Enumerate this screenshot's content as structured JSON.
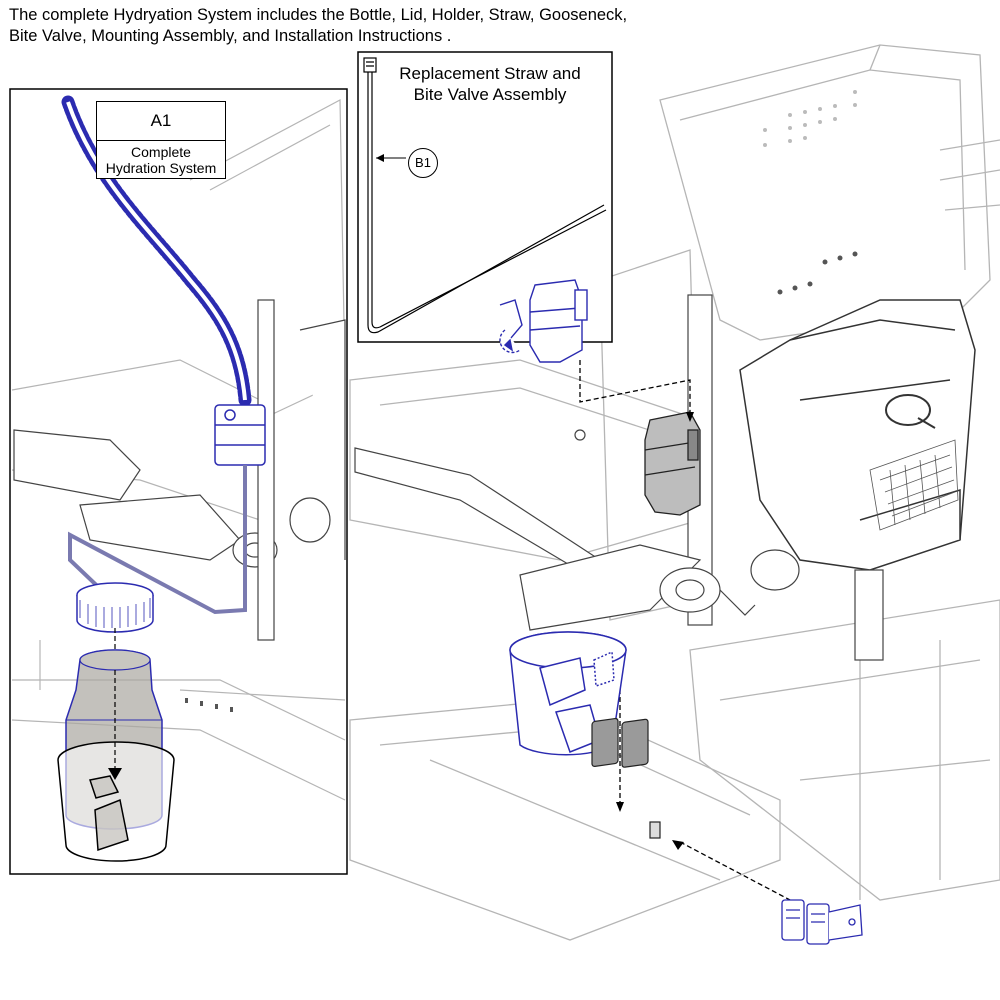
{
  "caption": {
    "line1": "The complete Hydryation System includes the Bottle, Lid, Holder, Straw, Gooseneck,",
    "line2": "Bite Valve, Mounting Assembly, and Installation Instructions ."
  },
  "panel_a1": {
    "code": "A1",
    "description_line1": "Complete",
    "description_line2": "Hydration System"
  },
  "panel_b1": {
    "title_line1": "Replacement Straw and",
    "title_line2": "Bite Valve Assembly",
    "callout": "B1"
  },
  "colors": {
    "line": "#000000",
    "chair_gray": "#b5b5b5",
    "highlight_blue": "#2b2bb0",
    "bottle_gray": "#8a8a8a",
    "bracket_dark": "#555555"
  }
}
